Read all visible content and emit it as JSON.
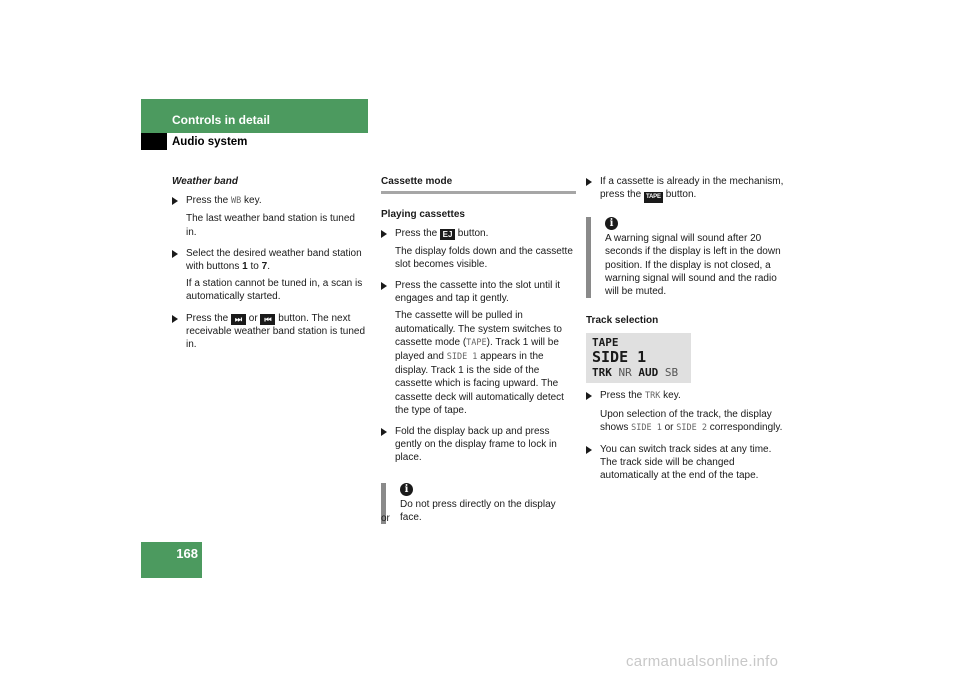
{
  "header": {
    "title": "Controls in detail",
    "subtitle": "Audio system"
  },
  "page_number": "168",
  "col1": {
    "heading": "Weather band",
    "step1_pre": "Press the ",
    "step1_key": "WB",
    "step1_post": " key.",
    "step1_para": "The last weather band station is tuned in.",
    "step2_pre": "Select the desired weather band station with buttons ",
    "step2_b1": "1",
    "step2_mid": " to ",
    "step2_b2": "7",
    "step2_post": ".",
    "step2_para": "If a station cannot be tuned in, a scan is automatically started.",
    "step3_pre": "Press the ",
    "step3_btn1": "⏭",
    "step3_or": " or ",
    "step3_btn2": "⏮",
    "step3_post": " button. The next receivable weather band station is tuned in."
  },
  "col2": {
    "section": "Cassette mode",
    "subheading": "Playing cassettes",
    "step1_pre": "Press the ",
    "step1_btn": "EJ",
    "step1_post": " button.",
    "step1_para": "The display folds down and the cassette slot becomes visible.",
    "step2": "Press the cassette into the slot until it engages and tap it gently.",
    "step2_para_a": "The cassette will be pulled in automatically. The system switches to cassette mode (",
    "step2_tape": "TAPE",
    "step2_para_b": "). Track 1 will be played and ",
    "step2_side": "SIDE 1",
    "step2_para_c": " appears in the display. Track 1 is the side of the cassette which is facing upward. The cassette deck will automatically detect the type of tape.",
    "step3": "Fold the display back up and press gently on the display frame to lock in place.",
    "note": "Do not press directly on the display face.",
    "or": "or"
  },
  "col3": {
    "step1_pre": "If a cassette is already in the mechanism, press the ",
    "step1_btn": "TAPE",
    "step1_post": " button.",
    "note": "A warning signal will sound after 20 seconds if the display is left in the down position. If the display is not closed, a warning signal will sound and the radio will be muted.",
    "subheading": "Track selection",
    "display": {
      "line1": "TAPE",
      "line2": "SIDE 1",
      "l3_a": "TRK",
      "l3_b": "NR",
      "l3_c": "AUD",
      "l3_d": "SB"
    },
    "step2_pre": "Press the ",
    "step2_key": "TRK",
    "step2_post": " key.",
    "step2_para_a": "Upon selection of the track, the display shows ",
    "step2_s1": "SIDE 1",
    "step2_or": " or ",
    "step2_s2": "SIDE 2",
    "step2_para_b": " correspondingly.",
    "step3": "You can switch track sides at any time. The track side will be changed automatically at the end of the tape."
  },
  "watermark": "carmanualsonline.info"
}
